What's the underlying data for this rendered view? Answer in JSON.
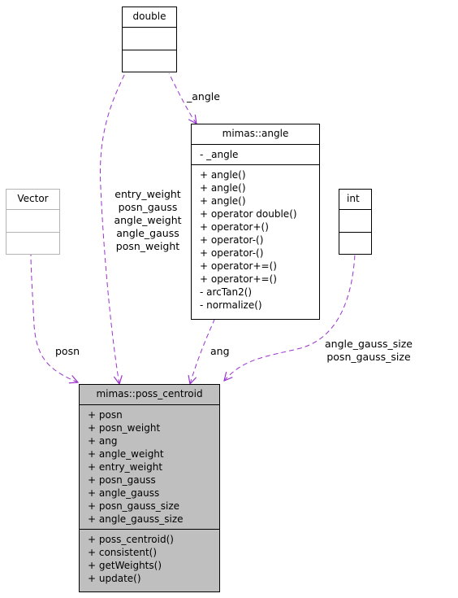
{
  "classes": {
    "double": {
      "name": "double",
      "attributes": [],
      "methods": []
    },
    "vector": {
      "name": "Vector",
      "attributes": [],
      "methods": []
    },
    "int": {
      "name": "int",
      "attributes": [],
      "methods": []
    },
    "angle": {
      "name": "mimas::angle",
      "attributes": [
        "- _angle"
      ],
      "methods": [
        "+ angle()",
        "+ angle()",
        "+ angle()",
        "+ operator double()",
        "+ operator+()",
        "+ operator-()",
        "+ operator-()",
        "+ operator+=()",
        "+ operator+=()",
        "- arcTan2()",
        "- normalize()"
      ]
    },
    "poss_centroid": {
      "name": "mimas::poss_centroid",
      "attributes": [
        "+ posn",
        "+ posn_weight",
        "+ ang",
        "+ angle_weight",
        "+ entry_weight",
        "+ posn_gauss",
        "+ angle_gauss",
        "+ posn_gauss_size",
        "+ angle_gauss_size"
      ],
      "methods": [
        "+ poss_centroid()",
        "+ consistent()",
        "+ getWeights()",
        "+ update()"
      ]
    }
  },
  "edges": {
    "angle_to_double": {
      "lines": [
        "_angle"
      ]
    },
    "centroid_to_double": {
      "lines": [
        "entry_weight",
        "posn_gauss",
        "angle_weight",
        "angle_gauss",
        "posn_weight"
      ]
    },
    "centroid_to_vector": {
      "lines": [
        "posn"
      ]
    },
    "centroid_to_angle": {
      "lines": [
        "ang"
      ]
    },
    "centroid_to_int": {
      "lines": [
        "angle_gauss_size",
        "posn_gauss_size"
      ]
    }
  },
  "colors": {
    "edge": "#9a32cd",
    "box_border": "#000000",
    "undocumented_border": "#b4b4b4",
    "highlight_fill": "#bfbfbf"
  }
}
